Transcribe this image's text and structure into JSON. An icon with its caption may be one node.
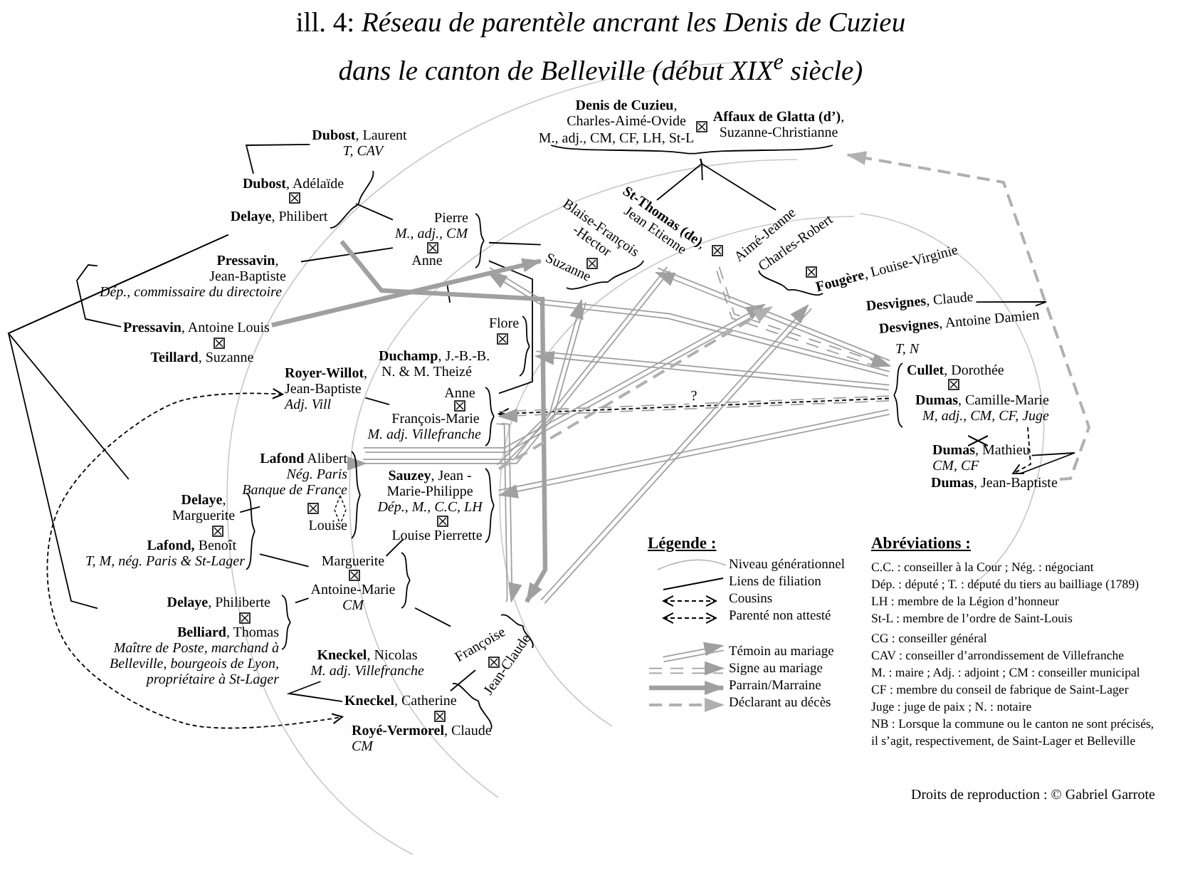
{
  "diagram": {
    "title": "ill. 4: *Réseau de parentèle ancrant les Denis de Cuzieu dans le canton de Belleville (début XIX$^{e}$ siècle)*",
    "nodes": [
      {
        "text": [
          "**Denis de Cuzieu**, Charles-Aimé-Ovide",
          "M., adj., CM, CF, LH, St-L",
          "**Affaux de Glatta (d’)**, Suzanne-Christianne"
        ]
      },
      {
        "text": [
          "Blaise-François -Hector",
          "Suzanne"
        ]
      },
      {
        "text": [
          "**St-Thomas (de)**, Jean Etienne",
          "Aimé-Jeanne"
        ]
      },
      {
        "text": [
          "Charles-Robert",
          "**Fougère**, Louise-Virginie"
        ]
      },
      {
        "text": [
          "**Dubost**, Laurent",
          "T, CAV"
        ]
      },
      {
        "text": [
          "**Dubost**, Adélaïde",
          "**Delaye**, Philibert"
        ]
      },
      {
        "text": [
          "Pierre",
          "M., adj., CM",
          "Anne"
        ]
      },
      {
        "text": [
          "**Pressavin**, Jean-Baptiste",
          "Dép., commissaire du directoire"
        ]
      },
      {
        "text": [
          "**Pressavin**, Antoine Louis",
          "**Teillard**, Suzanne"
        ]
      },
      {
        "text": [
          "**Royer-Willot**, Jean-Baptiste",
          "Adj. Vill"
        ]
      },
      {
        "text": [
          "Flore",
          "**Duchamp**, J.-B.-B.",
          "N. & M. Theizé"
        ]
      },
      {
        "text": [
          "Anne",
          "François-Marie",
          "M. adj. Villefranche"
        ]
      },
      {
        "text": [
          "**Lafond** Alibert",
          "Nég. Paris",
          "Banque de France",
          "Louise"
        ]
      },
      {
        "text": [
          "**Delaye**, Marguerite",
          "**Lafond,** Benoît",
          "T, M, nég. Paris & St-Lager"
        ]
      },
      {
        "text": [
          "Marguerite",
          "Antoine-Marie",
          "CM"
        ]
      },
      {
        "text": [
          "**Delaye**, Philiberte",
          "**Belliard**, Thomas",
          "Maître de Poste, marchand à Belleville, bourgeois de Lyon, propriétaire à St-Lager"
        ]
      },
      {
        "text": [
          "**Kneckel**, Nicolas",
          "M. adj. Villefranche"
        ]
      },
      {
        "text": [
          "**Kneckel**, Catherine",
          "**Royé-Vermorel**, Claude",
          "CM"
        ]
      },
      {
        "text": [
          "Françoise",
          "Jean-Claude"
        ]
      },
      {
        "text": [
          "**Sauzey**, Jean -Marie-Philippe",
          "Dép., M., C.C, LH",
          "Louise Pierrette"
        ]
      },
      {
        "text": [
          "**Desvignes**, Claude"
        ]
      },
      {
        "text": [
          "**Desvignes**, Antoine Damien",
          "T, N"
        ]
      },
      {
        "text": [
          "**Cullet**, Dorothée",
          "**Dumas**, Camille-Marie",
          "M, adj., CM, CF, Juge"
        ]
      },
      {
        "text": [
          "**Dumas**, Mathieu",
          "CM, CF"
        ]
      },
      {
        "text": [
          "**Dumas**, Jean-Baptiste"
        ]
      }
    ],
    "edges": [
      {
        "from": 4,
        "to": 5,
        "arrow": "none"
      },
      {
        "from": 5,
        "to": 6,
        "arrow": "none"
      },
      {
        "from": 7,
        "to": 6,
        "arrow": "none"
      },
      {
        "from": 7,
        "to": 8,
        "arrow": "none"
      },
      {
        "from": 5,
        "to": 13,
        "arrow": "none"
      },
      {
        "from": 5,
        "to": 15,
        "arrow": "none"
      },
      {
        "from": 0,
        "to": 1,
        "arrow": "none"
      },
      {
        "from": 0,
        "to": 2,
        "arrow": "none"
      },
      {
        "from": 0,
        "to": 3,
        "arrow": "none"
      },
      {
        "from": 6,
        "to": 1,
        "arrow": "none"
      },
      {
        "from": 6,
        "to": 10,
        "arrow": "none"
      },
      {
        "from": 6,
        "to": 11,
        "arrow": "none"
      },
      {
        "from": 9,
        "to": 11,
        "arrow": "none"
      },
      {
        "from": 13,
        "to": 12,
        "arrow": "none"
      },
      {
        "from": 13,
        "to": 14,
        "arrow": "none"
      },
      {
        "from": 15,
        "to": 14,
        "arrow": "none"
      },
      {
        "from": 14,
        "to": 19,
        "arrow": "none"
      },
      {
        "from": 14,
        "to": 18,
        "arrow": "none"
      },
      {
        "from": 16,
        "to": 17,
        "arrow": "none"
      },
      {
        "from": 17,
        "to": 18,
        "arrow": "none"
      },
      {
        "from": 20,
        "to": 21,
        "arrow": "none"
      },
      {
        "from": 23,
        "to": 24,
        "arrow": "none"
      },
      {
        "from": 9,
        "to": 17,
        "arrow": "both",
        "style": "dashed"
      },
      {
        "from": 22,
        "to": 11,
        "arrow": "to",
        "style": "dashed",
        "label": "?"
      },
      {
        "from": 22,
        "to": 23,
        "arrow": "both",
        "style": "dashed"
      },
      {
        "from": 22,
        "to": 24,
        "arrow": "to",
        "style": "dashed"
      },
      {
        "from": 22,
        "to": 6,
        "arrow": "to",
        "color": "#a0a0a0"
      },
      {
        "from": 12,
        "to": 3,
        "arrow": "to",
        "color": "#a0a0a0"
      },
      {
        "from": 19,
        "to": 1,
        "arrow": "to",
        "color": "#a0a0a0"
      },
      {
        "from": 22,
        "to": 1,
        "arrow": "to",
        "color": "#a0a0a0"
      },
      {
        "from": 22,
        "to": 10,
        "arrow": "to",
        "color": "#a0a0a0"
      },
      {
        "from": 11,
        "to": 18,
        "arrow": "to",
        "color": "#a0a0a0"
      },
      {
        "from": 18,
        "to": 3,
        "arrow": "to",
        "color": "#a0a0a0"
      },
      {
        "from": 2,
        "to": 12,
        "arrow": "to",
        "color": "#a0a0a0"
      },
      {
        "from": 22,
        "to": 19,
        "arrow": "to",
        "color": "#a0a0a0"
      },
      {
        "from": 8,
        "to": 1,
        "arrow": "to",
        "style": "thick",
        "color": "#a0a0a0"
      },
      {
        "from": 5,
        "to": 18,
        "arrow": "to",
        "style": "thick",
        "color": "#a0a0a0"
      },
      {
        "from": 24,
        "to": 0,
        "arrow": "to",
        "style": "dashed",
        "color": "#b0b0b0"
      },
      {
        "from": 19,
        "to": 3,
        "arrow": "to",
        "style": "dashed",
        "color": "#b0b0b0"
      },
      {
        "from": 22,
        "to": 11,
        "arrow": "to",
        "style": "dashed",
        "color": "#a0a0a0"
      },
      {
        "from": 2,
        "to": 22,
        "arrow": "to",
        "style": "dashed",
        "color": "#a0a0a0"
      }
    ],
    "labels": [
      "Légende :",
      "Abréviations :",
      "C.C. : conseiller à la Cour ; Nég. : négociant",
      "Dép. : député ; T. : député du tiers au bailliage (1789)",
      "LH : membre de la Légion d’honneur",
      "St-L : membre de l’ordre de Saint-Louis",
      "CG : conseiller général",
      "CAV : conseiller d’arrondissement de Villefranche",
      "M. : maire ; Adj. : adjoint ; CM : conseiller municipal",
      "CF : membre du conseil de fabrique de Saint-Lager",
      "Juge : juge de paix ; N. : notaire",
      "NB : Lorsque la commune ou le canton ne sont précisés, il s’agit, respectivement, de Saint-Lager et Belleville",
      "Droits de reproduction : © Gabriel Garrote"
    ],
    "legend": [
      {
        "text": "Niveau générationnel"
      },
      {
        "text": "Liens de filiation"
      },
      {
        "text": "Cousins"
      },
      {
        "text": "Parenté non attesté"
      },
      {
        "text": "Témoin au mariage"
      },
      {
        "text": "Signe au mariage"
      },
      {
        "text": "Parrain/Marraine"
      },
      {
        "text": "Déclarant au décès"
      }
    ]
  }
}
